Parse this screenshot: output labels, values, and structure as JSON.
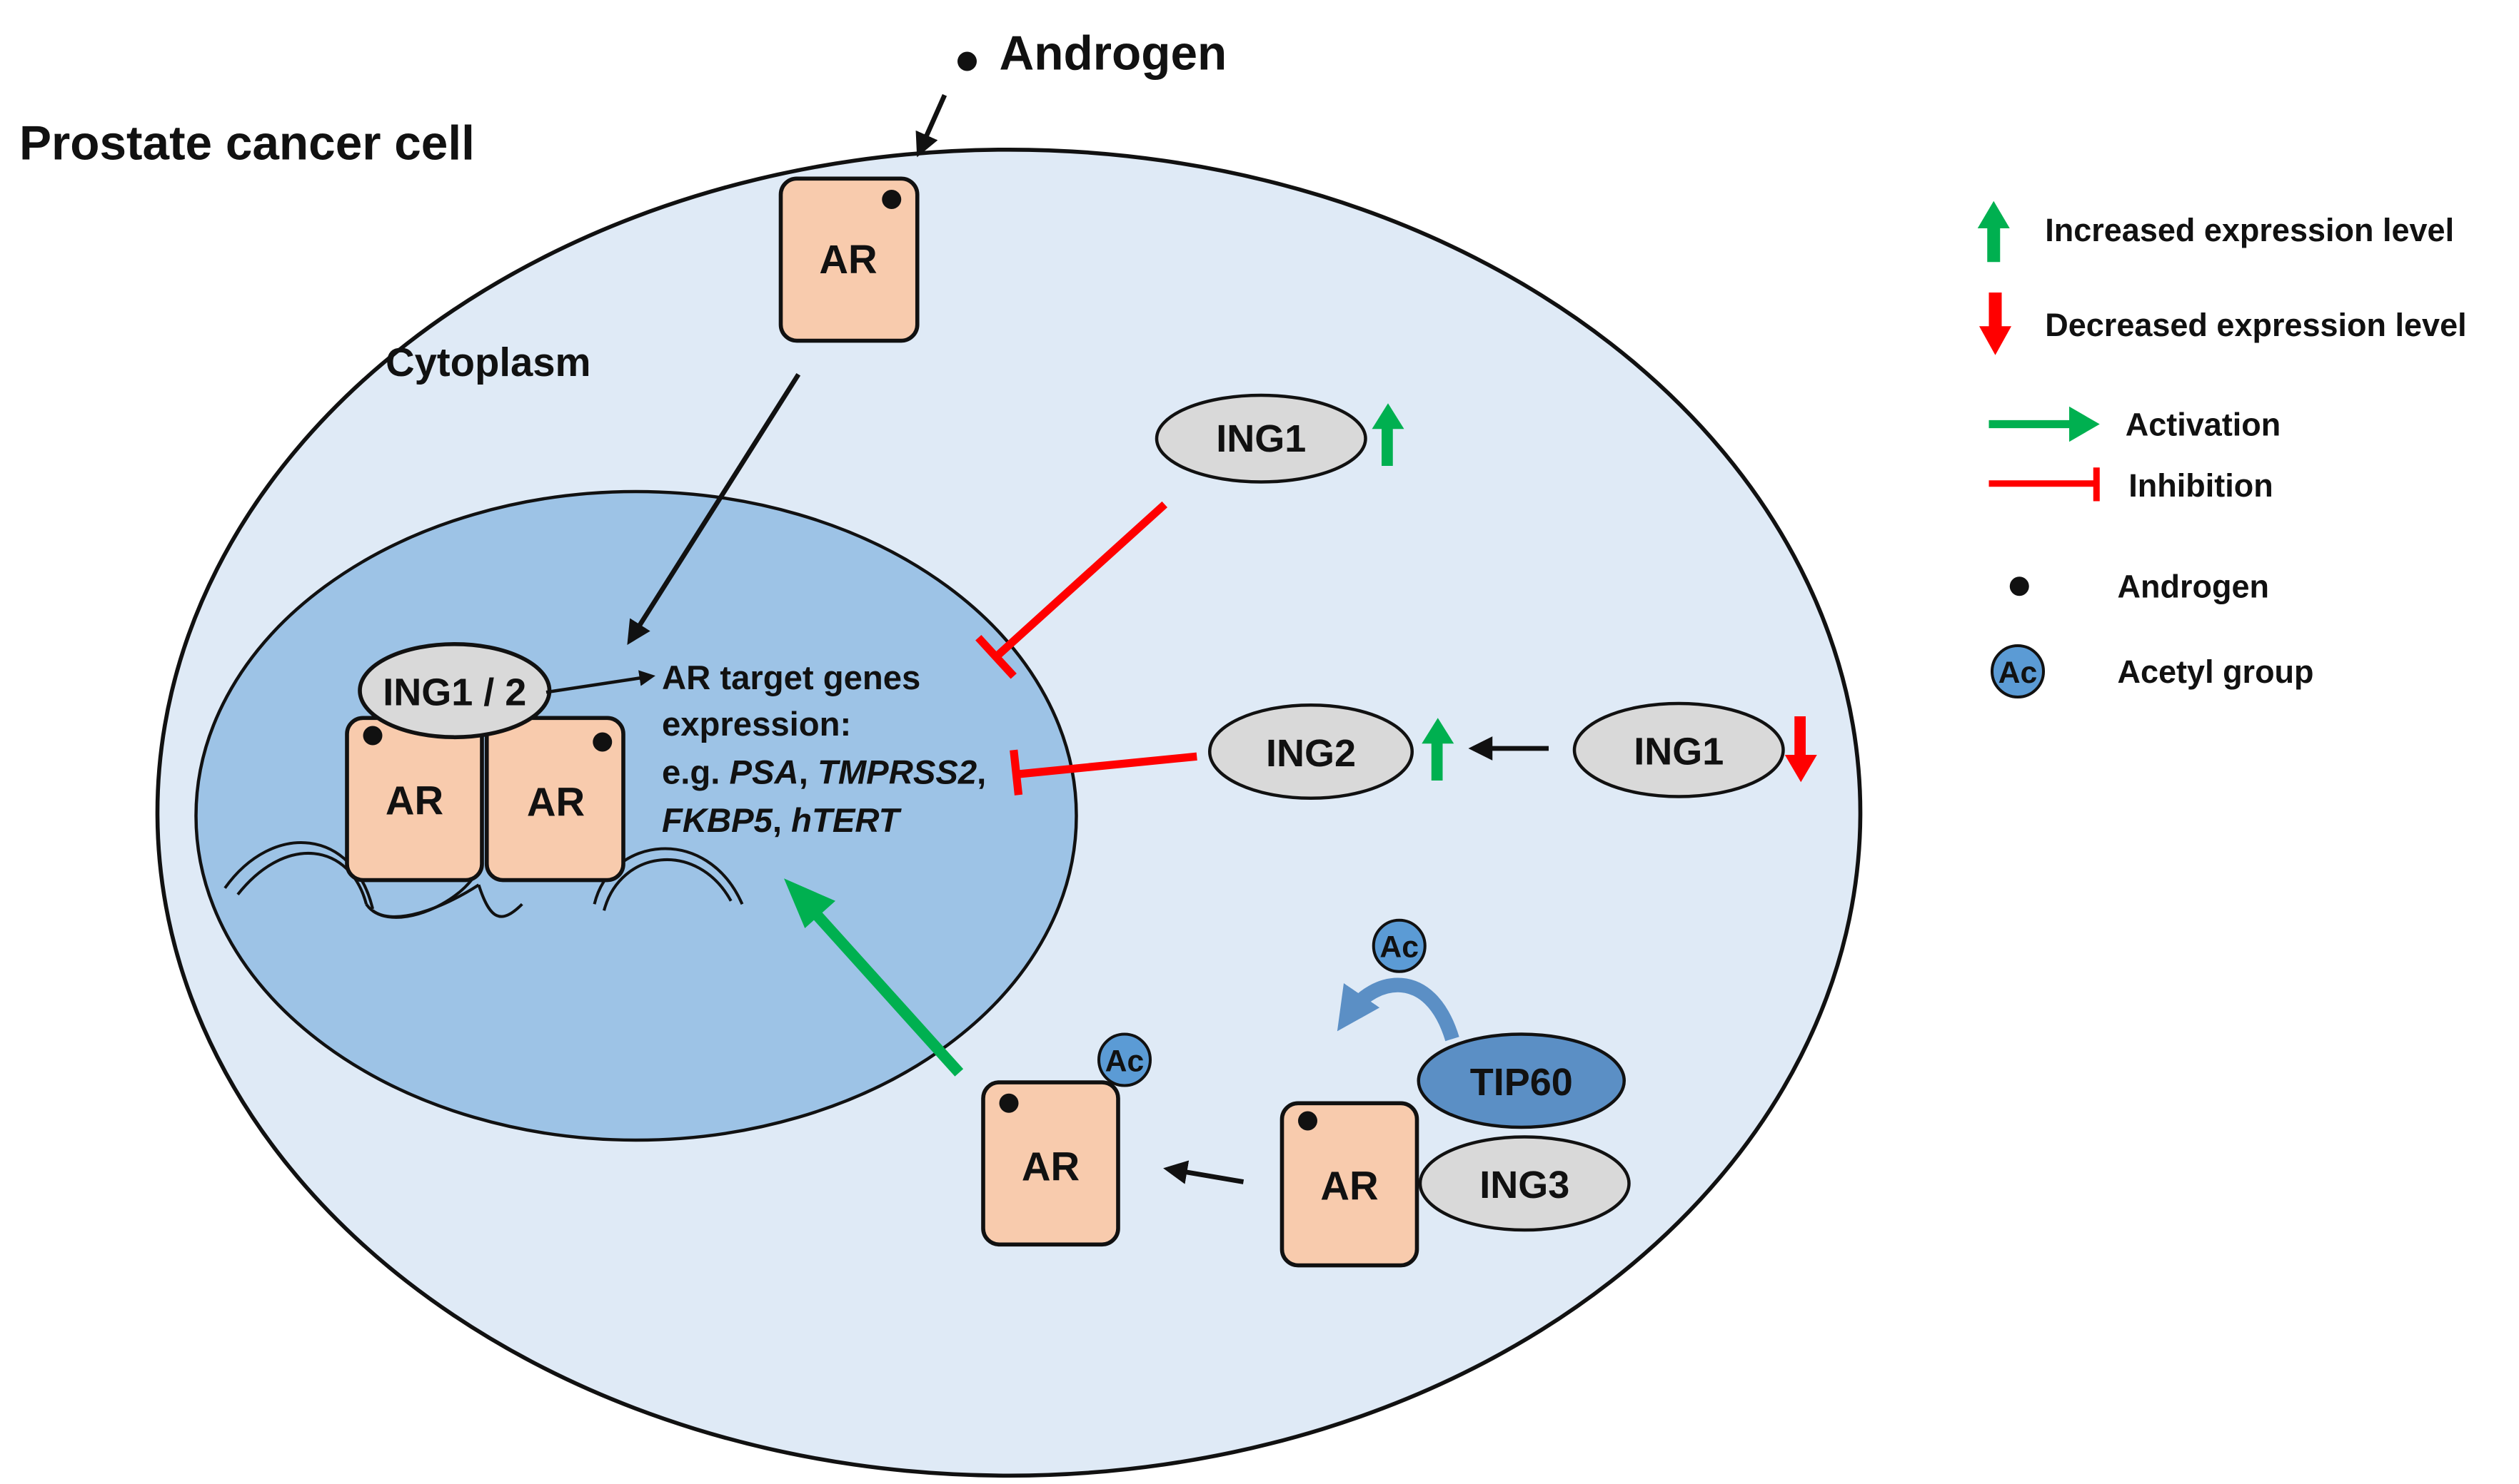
{
  "title": "Prostate cancer cell",
  "androgen_top": "Androgen",
  "cytoplasm": "Cytoplasm",
  "ar_label": "AR",
  "ac_label": "Ac",
  "ing1_2": "ING1 / 2",
  "ing1": "ING1",
  "ing2": "ING2",
  "ing3": "ING3",
  "tip60": "TIP60",
  "target": {
    "line1": "AR target genes",
    "line2": "expression:",
    "line3_prefix": "e.g. ",
    "line3_gene1": "PSA",
    "line3_sep": ", ",
    "line3_gene2": "TMPRSS2",
    "line3_end": ",",
    "line4_gene1": "FKBP5",
    "line4_sep": ", ",
    "line4_gene2": "hTERT"
  },
  "legend": {
    "increased": "Increased expression level",
    "decreased": "Decreased expression level",
    "activation": "Activation",
    "inhibition": "Inhibition",
    "androgen": "Androgen",
    "acetyl": "Acetyl group"
  },
  "colors": {
    "cell_fill": "#dfeaf6",
    "nucleus_fill": "#9dc3e6",
    "ar_fill": "#f8cbad",
    "ing_fill": "#d9d9d9",
    "tip60_fill": "#5b8fc5",
    "ac_fill": "#5b9bd5",
    "activation": "#00b050",
    "inhibition": "#ff0000"
  }
}
